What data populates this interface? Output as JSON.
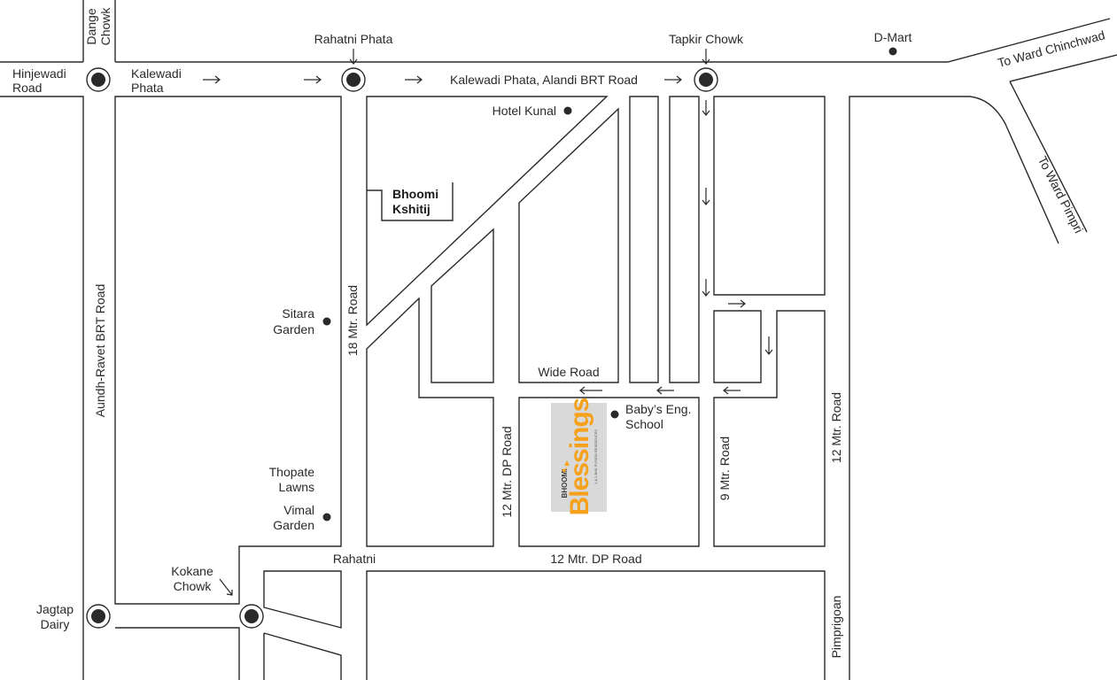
{
  "map": {
    "junctions": {
      "dange_chowk": "Dange Chowk",
      "rahatni_phata": "Rahatni Phata",
      "tapkir_chowk": "Tapkir Chowk",
      "kokane_chowk": "Kokane Chowk",
      "jagtap_dairy": "Jagtap Dairy",
      "hinjewadi_road": "Hinjewadi Road",
      "kalewadi_phata": "Kalewadi Phata"
    },
    "roads": {
      "main_top": "Kalewadi Phata, Alandi BRT Road",
      "aundh_ravet": "Aundh-Ravet BRT Road",
      "eighteen_mtr": "18 Mtr. Road",
      "wide_road": "Wide Road",
      "twelve_dp_vertical": "12 Mtr. DP Road",
      "twelve_dp_bottom": "12 Mtr. DP Road",
      "nine_mtr": "9 Mtr. Road",
      "twelve_mtr_right": "12 Mtr. Road",
      "pimprigoan": "Pimprigoan",
      "rahatni": "Rahatni",
      "to_chinchwad": "To Ward Chinchwad",
      "to_pimpri": "To Ward Pimpri"
    },
    "landmarks": {
      "dmart": "D-Mart",
      "hotel_kunal": "Hotel Kunal",
      "bhoomi_kshitij": "Bhoomi Kshitij",
      "sitara_garden": "Sitara Garden",
      "thopate_lawns": "Thopate Lawns",
      "vimal_garden": "Vimal Garden",
      "babys_school": "Baby's Eng. School"
    },
    "project": {
      "brand": "BHOOMI",
      "name": "Blessings",
      "tagline": "1 & 2 BHK FUSION RESIDENCES",
      "accent_color": "#f5a11c",
      "panel_color": "#d9d9d9"
    },
    "icons": [
      "roundabout-icon",
      "arrow-icon",
      "landmark-dot-icon"
    ]
  }
}
